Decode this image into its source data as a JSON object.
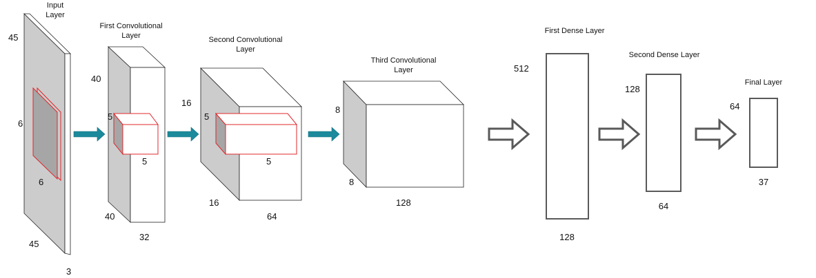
{
  "colors": {
    "face_gray": "#cccccc",
    "kernel_gray": "#a6a6a6",
    "kernel_outline": "#e0272b",
    "teal_arrow": "#1b8a9c",
    "outline_black": "#222222",
    "dense_outline": "#595959"
  },
  "icons": {
    "flow_arrow": "teal-arrow-icon",
    "dense_arrow": "hollow-arrow-icon"
  },
  "input_layer": {
    "title_line1": "Input",
    "title_line2": "Layer",
    "height": "45",
    "width": "45",
    "depth": "3",
    "kernel_height": "6",
    "kernel_width": "6"
  },
  "conv1": {
    "title_line1": "First Convolutional",
    "title_line2": "Layer",
    "height": "40",
    "width": "40",
    "depth": "32",
    "kernel_height": "5",
    "kernel_depth": "5"
  },
  "conv2": {
    "title_line1": "Second Convolutional",
    "title_line2": "Layer",
    "height": "16",
    "width": "16",
    "depth": "64",
    "kernel_height": "5",
    "kernel_depth": "5"
  },
  "conv3": {
    "title_line1": "Third Convolutional",
    "title_line2": "Layer",
    "height": "8",
    "width": "8",
    "depth": "128"
  },
  "dense1": {
    "title": "First Dense Layer",
    "units": "512",
    "bottom": "128"
  },
  "dense2": {
    "title": "Second Dense Layer",
    "units": "128",
    "bottom": "64"
  },
  "final": {
    "title": "Final Layer",
    "units": "64",
    "bottom": "37"
  }
}
